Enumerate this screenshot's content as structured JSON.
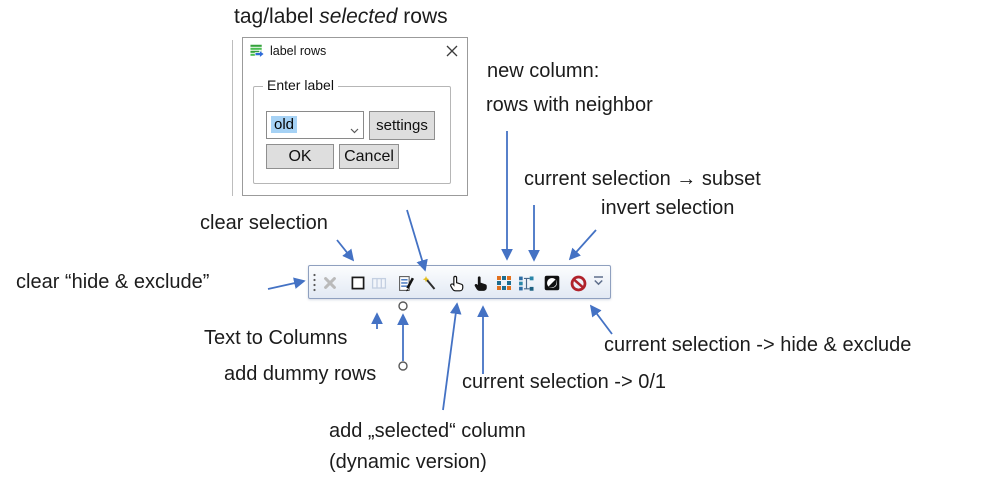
{
  "annotations": {
    "tag_label": {
      "pre": "tag/label ",
      "italic": "selected",
      "post": " rows"
    },
    "clear_selection": "clear selection",
    "clear_hide_exclude": "clear “hide & exclude”",
    "new_column_1": "new column:",
    "new_column_2": "rows with neighbor",
    "selection_to_subset": "current selection → subset",
    "invert_selection": "invert selection",
    "text_to_columns": "Text to Columns",
    "add_dummy_rows": "add dummy rows",
    "selection_to_01": "current selection -> 0/1",
    "selection_to_hide_exclude": "current selection -> hide & exclude",
    "add_selected_1": "add „selected“ column",
    "add_selected_2": "(dynamic version)"
  },
  "dialog": {
    "title": "label rows",
    "group_label": "Enter label",
    "combo_value": "old",
    "settings_button": "settings",
    "ok_button": "OK",
    "cancel_button": "Cancel"
  },
  "toolbar": {
    "icons": [
      "drag-grip-icon",
      "clear-x-icon",
      "selection-rectangle-icon",
      "text-to-columns-icon",
      "label-rows-icon",
      "magic-wand-icon",
      "hand-pointer-outline-icon",
      "hand-pointer-filled-icon",
      "neighbor-grid-icon",
      "subset-hierarchy-icon",
      "invert-selection-icon",
      "no-entry-icon",
      "overflow-chevron-icon"
    ]
  },
  "colors": {
    "arrow_blue": "#4472c4",
    "selection_highlight": "#a6d2f5",
    "grid_orange": "#e0701e",
    "grid_teal": "#1d6d8f",
    "no_entry_red": "#b0222b",
    "toolbar_border": "#8fa0bf"
  }
}
